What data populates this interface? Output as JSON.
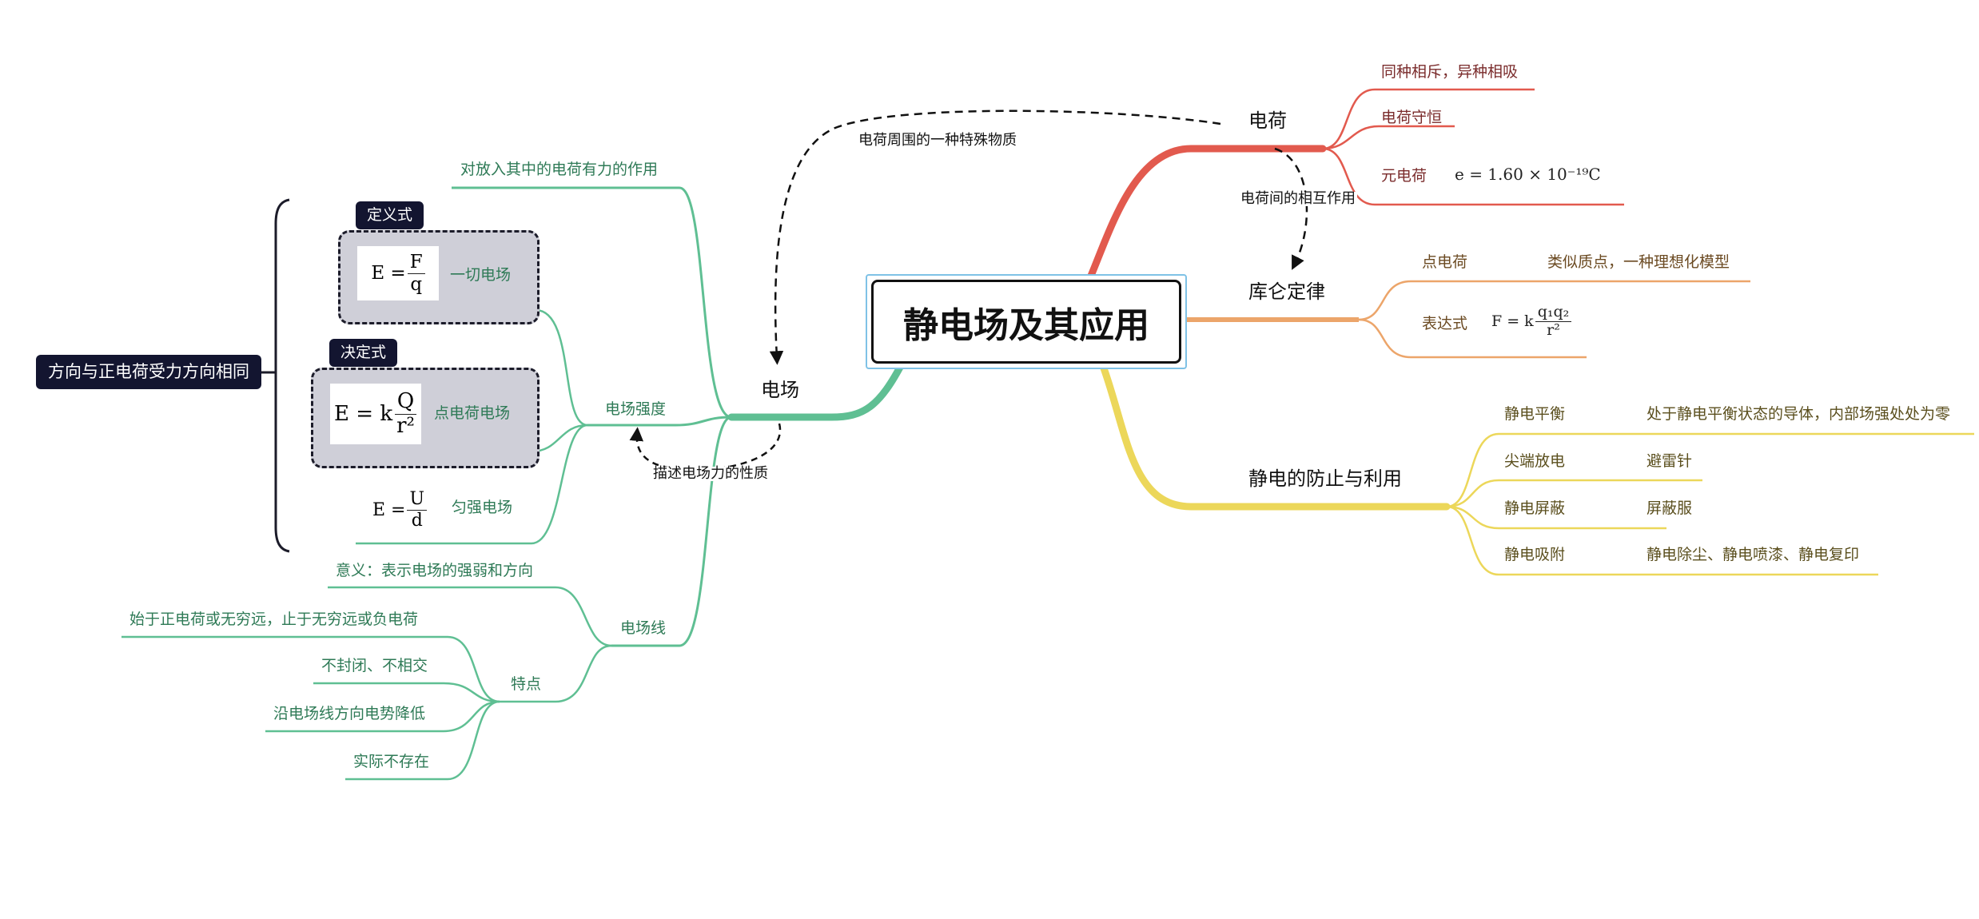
{
  "title": "静电场及其应用",
  "colors": {
    "green": "#5fbf93",
    "red": "#e25a4e",
    "orange": "#eca56a",
    "yellow": "#ecd75a",
    "dark": "#131530"
  },
  "branches": {
    "field": {
      "label": "电场",
      "def_note": "对放入其中的电荷有力的作用",
      "strength": {
        "label": "电场强度",
        "bracket_note": "方向与正电荷受力方向相同",
        "tag_definition": "定义式",
        "tag_decisive": "决定式",
        "f1": {
          "lhs": "E =",
          "num": "F",
          "den": "q",
          "scope": "一切电场"
        },
        "f2": {
          "lhs": "E = k",
          "num": "Q",
          "den": "r²",
          "scope": "点电荷电场"
        },
        "f3": {
          "lhs": "E =",
          "num": "U",
          "den": "d",
          "scope": "匀强电场"
        }
      },
      "lines": {
        "label": "电场线",
        "meaning": "意义：表示电场的强弱和方向",
        "features": {
          "label": "特点",
          "items": [
            "始于正电荷或无穷远，止于无穷远或负电荷",
            "不封闭、不相交",
            "沿电场线方向电势降低",
            "实际不存在"
          ]
        }
      }
    },
    "charge": {
      "label": "电荷",
      "items": [
        "同种相斥，异种相吸",
        "电荷守恒",
        "元电荷"
      ],
      "elementary_formula": "e = 1.60 × 10⁻¹⁹C"
    },
    "coulomb": {
      "label": "库仑定律",
      "point_charge": "点电荷",
      "point_charge_desc": "类似质点，一种理想化模型",
      "expression": "表达式",
      "formula_lhs": "F = k",
      "formula_num": "q₁q₂",
      "formula_den": "r²"
    },
    "static": {
      "label": "静电的防止与利用",
      "rows": [
        {
          "label": "静电平衡",
          "desc": "处于静电平衡状态的导体，内部场强处处为零"
        },
        {
          "label": "尖端放电",
          "desc": "避雷针"
        },
        {
          "label": "静电屏蔽",
          "desc": "屏蔽服"
        },
        {
          "label": "静电吸附",
          "desc": "静电除尘、静电喷漆、静电复印"
        }
      ]
    }
  },
  "relations": {
    "charge_to_field": "电荷周围的一种特殊物质",
    "charge_interaction": "电荷间的相互作用",
    "field_property": "描述电场力的性质"
  }
}
